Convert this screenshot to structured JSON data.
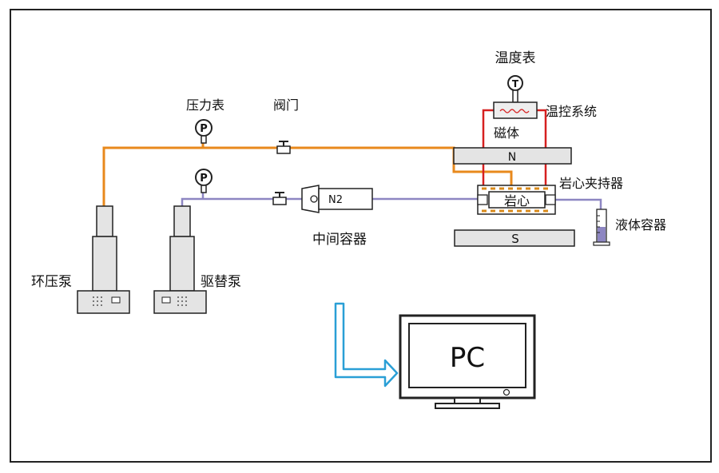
{
  "labels": {
    "pressure_gauge": "压力表",
    "valve": "阀门",
    "thermometer": "温度表",
    "temp_control": "温控系统",
    "magnet": "磁体",
    "north_pole": "N",
    "south_pole": "S",
    "core_holder": "岩心夹持器",
    "core": "岩心",
    "liquid_container": "液体容器",
    "intermediate_container": "中间容器",
    "n2": "N2",
    "confining_pump": "环压泵",
    "displacement_pump": "驱替泵",
    "pc": "PC",
    "gauge_symbol": "P",
    "thermo_symbol": "T"
  },
  "colors": {
    "confining_line": "#e8891c",
    "displacement_line": "#8d86c2",
    "heater_line": "#d62020",
    "arrow": "#2a9fd6",
    "frame": "#222222",
    "device_fill": "#e4e4e4",
    "core_dashes": "#d98a1a"
  }
}
